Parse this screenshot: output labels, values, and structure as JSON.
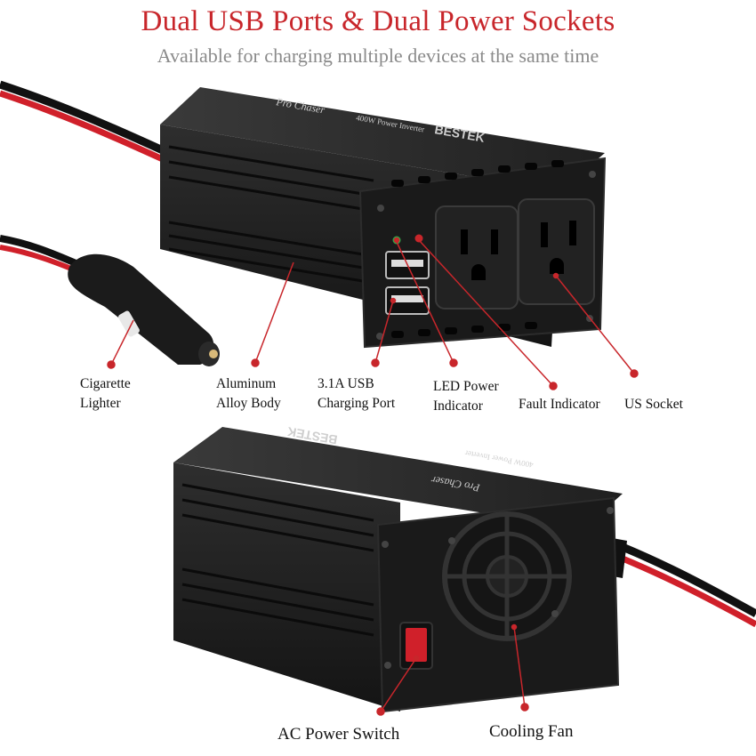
{
  "header": {
    "title": "Dual USB Ports & Dual Power Sockets",
    "subtitle": "Available for charging multiple devices at the same time"
  },
  "callouts": {
    "cigarette_lighter": [
      "Cigarette",
      "Lighter"
    ],
    "aluminum_body": [
      "Aluminum",
      "Alloy Body"
    ],
    "usb_port": [
      "3.1A USB",
      "Charging Port"
    ],
    "led_indicator": [
      "LED Power",
      "Indicator"
    ],
    "fault_indicator": "Fault Indicator",
    "us_socket": "US Socket",
    "ac_switch": "AC Power Switch",
    "cooling_fan": "Cooling Fan"
  },
  "product_text": {
    "brand": "Pro Chaser",
    "model": "400W Power Inverter",
    "logo": "BESTEK"
  },
  "colors": {
    "accent_red": "#c8262b",
    "body_dark": "#1c1c1c",
    "cable_red": "#d0202a"
  }
}
